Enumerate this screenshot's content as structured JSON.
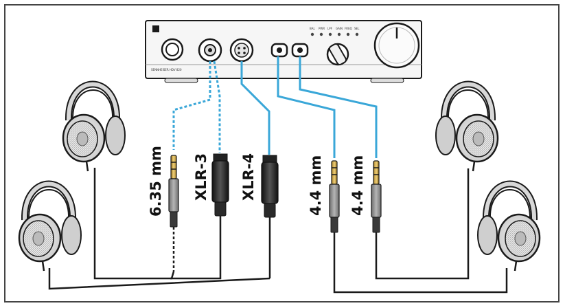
{
  "device": {
    "brand_text": "SENNHEISER  HDV 820",
    "led_labels": [
      "BAL",
      "PWR",
      "LPF",
      "GAIN",
      "FREQ",
      "SEL"
    ]
  },
  "connectors": [
    {
      "label": "6.35 mm"
    },
    {
      "label": "XLR-3"
    },
    {
      "label": "XLR-4"
    },
    {
      "label": "4.4 mm"
    },
    {
      "label": "4.4 mm"
    }
  ],
  "colors": {
    "cable_blue": "#3aa7d8",
    "outline": "#1a1a1a",
    "plug_gray": "#8a8a8a",
    "gold": "#c8a24a"
  }
}
